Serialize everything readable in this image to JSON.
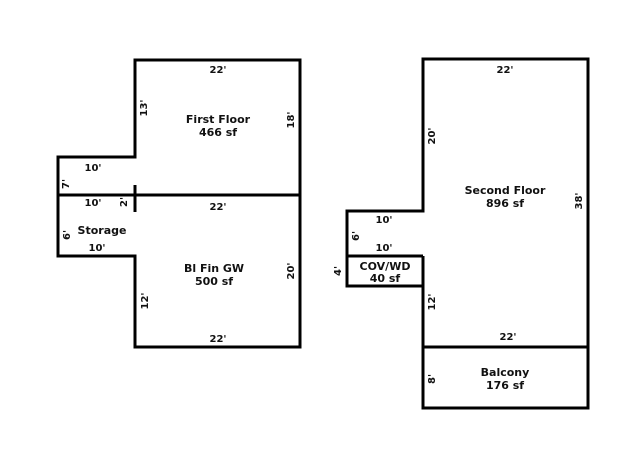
{
  "colors": {
    "wall": "#000000",
    "text": "#111111",
    "background": "#ffffff"
  },
  "rooms": {
    "first_floor": {
      "name": "First Floor",
      "area": "466 sf"
    },
    "bi_fin_gw": {
      "name": "Bl Fin GW",
      "area": "500 sf"
    },
    "storage": {
      "name": "Storage"
    },
    "second_floor": {
      "name": "Second Floor",
      "area": "896 sf"
    },
    "cov_wd": {
      "name": "COV/WD",
      "area": "40 sf"
    },
    "balcony": {
      "name": "Balcony",
      "area": "176 sf"
    }
  },
  "dimensions": {
    "first_floor_top": "22'",
    "first_floor_left": "13'",
    "first_floor_right": "18'",
    "first_floor_step_top": "10'",
    "first_floor_step_side": "7'",
    "first_floor_step_bottom": "10'",
    "first_floor_step_rise": "2'",
    "first_floor_bottom": "22'",
    "storage_side": "6'",
    "storage_bottom": "10'",
    "lower_right": "20'",
    "lower_left": "12'",
    "lower_bottom": "22'",
    "second_top": "22'",
    "second_left": "20'",
    "second_right": "38'",
    "second_step_top": "10'",
    "second_step_side": "6'",
    "second_step_bottom": "10'",
    "cov_side": "4'",
    "second_lower_left": "12'",
    "second_bottom": "22'",
    "balcony_side": "8'"
  }
}
